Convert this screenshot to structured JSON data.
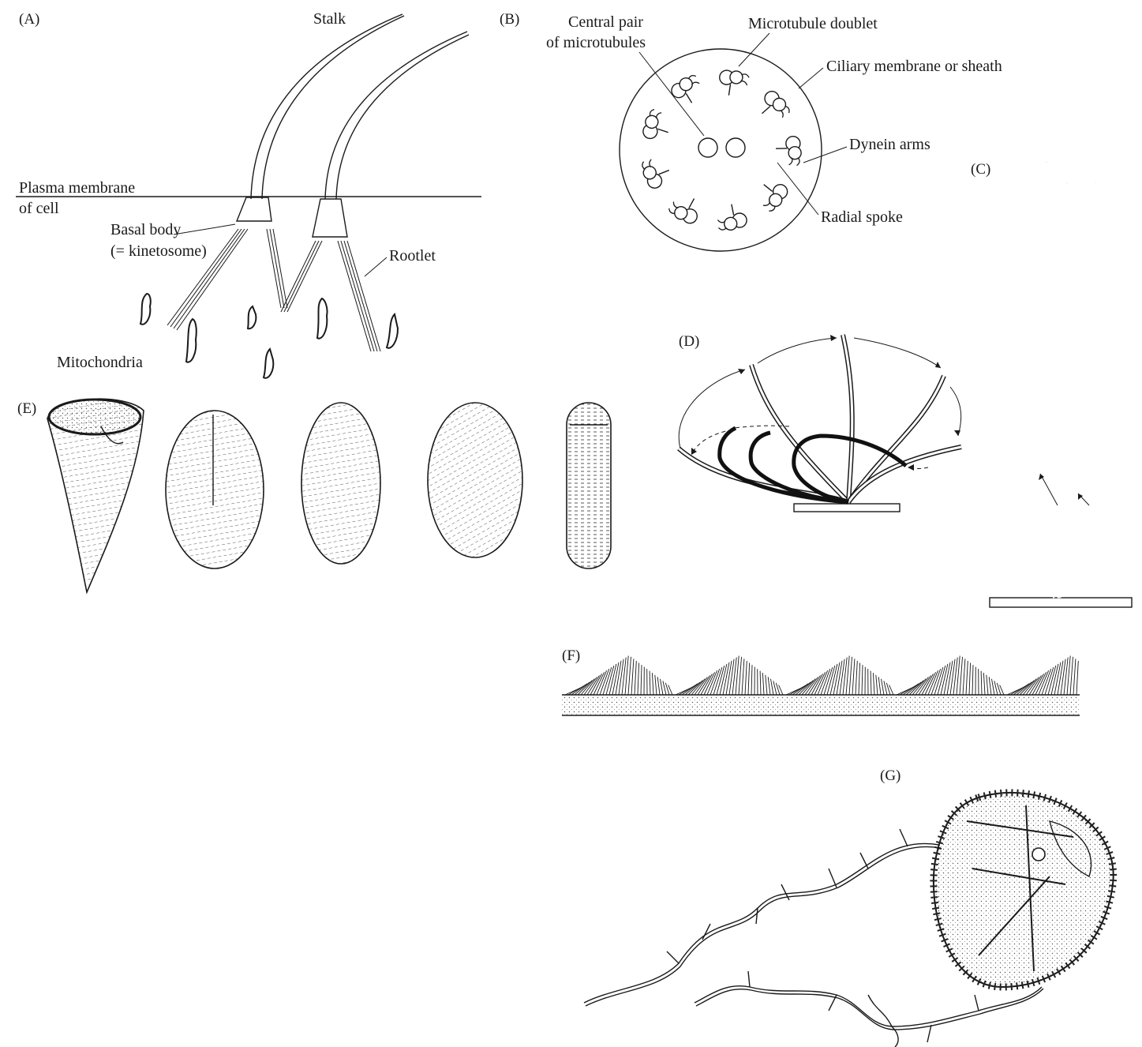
{
  "panels": {
    "A": {
      "tag": "(A)",
      "labels": {
        "stalk": "Stalk",
        "plasma_membrane_1": "Plasma membrane",
        "plasma_membrane_2": "of cell",
        "basal_body_1": "Basal body",
        "basal_body_2": "(= kinetosome)",
        "rootlet": "Rootlet",
        "mitochondria": "Mitochondria"
      }
    },
    "B": {
      "tag": "(B)",
      "labels": {
        "central_pair_1": "Central pair",
        "central_pair_2": "of microtubules",
        "microtubule_doublet": "Microtubule doublet",
        "ciliary_membrane": "Ciliary membrane or sheath",
        "dynein_arms": "Dynein arms",
        "radial_spoke": "Radial spoke"
      }
    },
    "C": {
      "tag": "(C)"
    },
    "D": {
      "tag": "(D)"
    },
    "E": {
      "tag": "(E)"
    },
    "F": {
      "tag": "(F)"
    },
    "G": {
      "tag": "(G)"
    }
  }
}
